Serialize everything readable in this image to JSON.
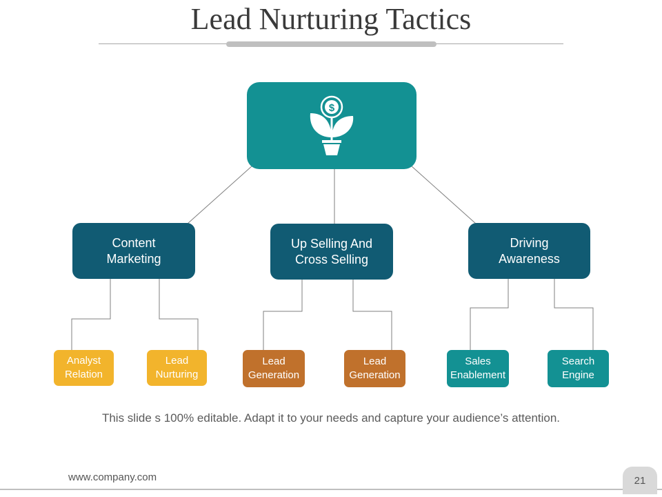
{
  "title": "Lead Nurturing Tactics",
  "root": {
    "icon": "money-plant-pot-icon"
  },
  "branches": [
    {
      "label": "Content\nMarketing",
      "children": [
        {
          "label": "Analyst\nRelation"
        },
        {
          "label": "Lead\nNurturing"
        }
      ]
    },
    {
      "label": "Up Selling And\nCross Selling",
      "children": [
        {
          "label": "Lead\nGeneration"
        },
        {
          "label": "Lead\nGeneration"
        }
      ]
    },
    {
      "label": "Driving\nAwareness",
      "children": [
        {
          "label": "Sales\nEnablement"
        },
        {
          "label": "Search\nEngine"
        }
      ]
    }
  ],
  "colors": {
    "root": "#139193",
    "branch": "#115b73",
    "leaf_yellow": "#f2b42c",
    "leaf_orange": "#c0712c",
    "leaf_teal": "#139193"
  },
  "footnote": "This slide s 100% editable. Adapt it to your needs and capture your audience’s attention.",
  "website": "www.company.com",
  "page_number": "21"
}
